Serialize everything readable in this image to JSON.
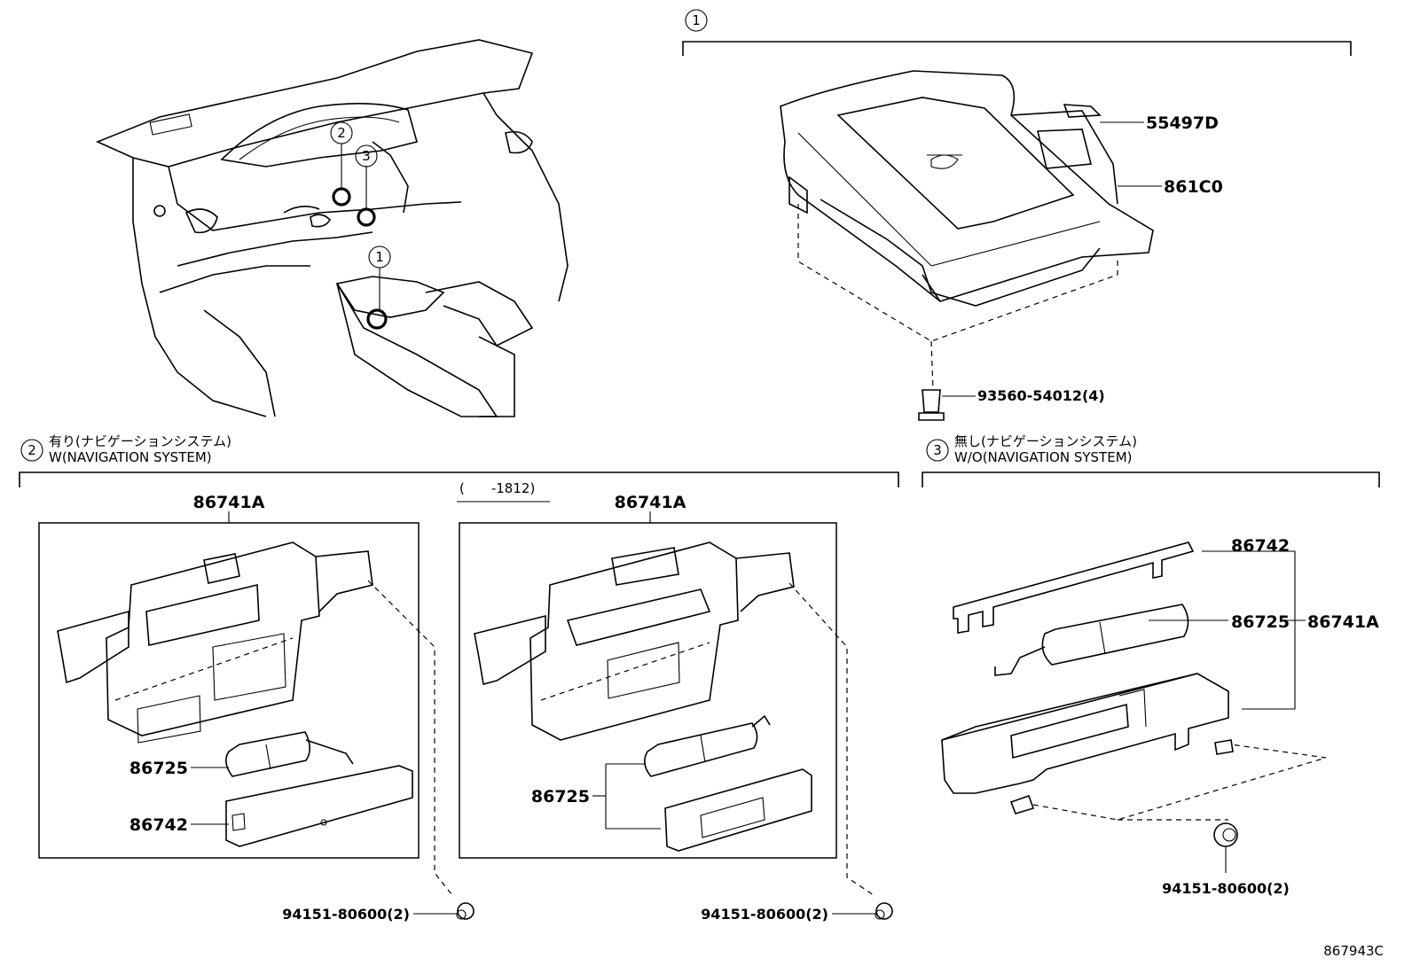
{
  "markers": {
    "one": "1",
    "two": "2",
    "three": "3"
  },
  "section1": {
    "parts": {
      "bracket": "55497D",
      "charger": "861C0",
      "screw": "93560-54012(4)"
    }
  },
  "section2": {
    "title_jp": "有り(ナビゲーションシステム)",
    "title_en": "W(NAVIGATION SYSTEM)",
    "left": {
      "assembly": "86741A",
      "battery": "86725",
      "cover": "86742",
      "clip": "94151-80600(2)"
    },
    "right": {
      "range": "(　　-1812)",
      "assembly": "86741A",
      "battery": "86725",
      "clip": "94151-80600(2)"
    }
  },
  "section3": {
    "title_jp": "無し(ナビゲーションシステム)",
    "title_en": "W/O(NAVIGATION SYSTEM)",
    "parts": {
      "cover": "86742",
      "battery": "86725",
      "assembly": "86741A",
      "clip": "94151-80600(2)"
    }
  },
  "diagram_code": "867943C"
}
